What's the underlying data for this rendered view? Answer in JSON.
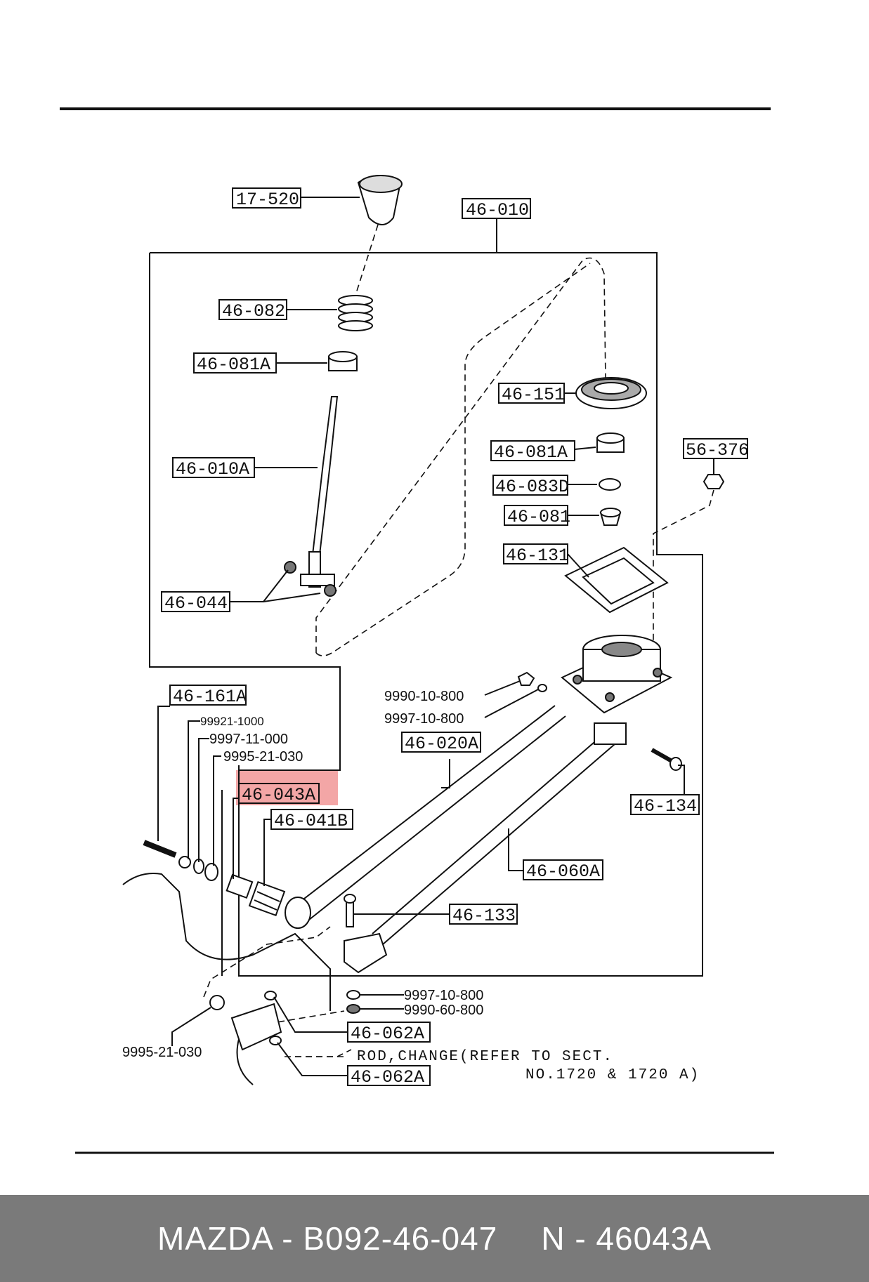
{
  "callouts": {
    "c17_520": "17-520",
    "c46_010": "46-010",
    "c46_082": "46-082",
    "c46_081A_top": "46-081A",
    "c46_151": "46-151",
    "c46_081A_mid": "46-081A",
    "c56_376": "56-376",
    "c46_083D": "46-083D",
    "c46_081": "46-081",
    "c46_010A": "46-010A",
    "c46_131": "46-131",
    "c46_044": "46-044",
    "c46_161A": "46-161A",
    "c46_020A": "46-020A",
    "c46_043A": "46-043A",
    "c46_041B": "46-041B",
    "c46_134": "46-134",
    "c46_060A": "46-060A",
    "c46_133": "46-133",
    "c46_062A_a": "46-062A",
    "c46_062A_b": "46-062A"
  },
  "plain_labels": {
    "p9990_10_800": "9990-10-800",
    "p9997_10_800_top": "9997-10-800",
    "p99921_1000": "99921-1000",
    "p9997_11_000": "9997-11-000",
    "p9995_21_030_top": "9995-21-030",
    "p9997_10_800_bot": "9997-10-800",
    "p9990_60_800": "9990-60-800",
    "p9995_21_030_bot": "9995-21-030"
  },
  "note": {
    "line1": "ROD,CHANGE(REFER TO SECT.",
    "line2": "NO.1720 & 1720 A)"
  },
  "highlight": {
    "target": "46-043A",
    "color": "#f3a6a6"
  },
  "footer": {
    "left": "MAZDA - B092-46-047",
    "right": "N - 46043A",
    "background": "#7a7a7a"
  }
}
